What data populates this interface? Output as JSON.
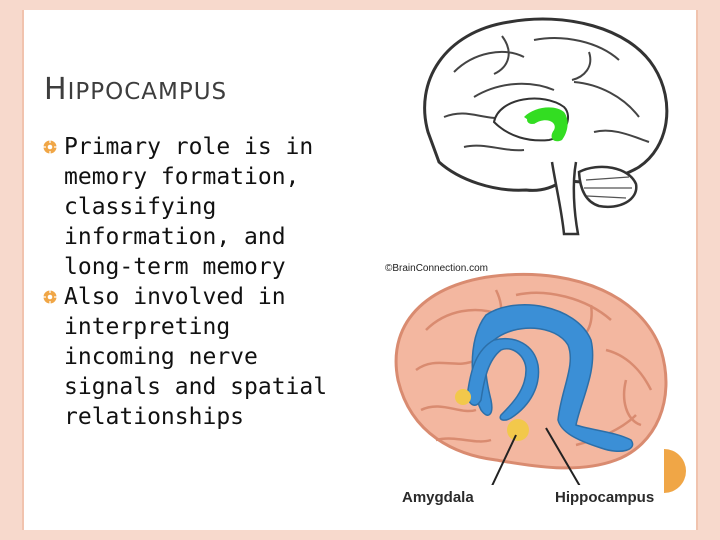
{
  "slide": {
    "title_first_letter": "H",
    "title_rest": "IPPOCAMPUS",
    "bullets": [
      "Primary role is in memory formation, classifying information, and long-term memory",
      "Also involved in interpreting incoming nerve signals and spatial relationships"
    ]
  },
  "figure": {
    "credit": "©BrainConnection.com",
    "label_left": "Amygdala",
    "label_right": "Hippocampus"
  },
  "colors": {
    "accent": "#f0a646",
    "frame": "#f7d9cc",
    "highlight_green": "#33dd22",
    "hippocampus_blue": "#3b8fd6",
    "brain_pink": "#f3b7a0"
  }
}
